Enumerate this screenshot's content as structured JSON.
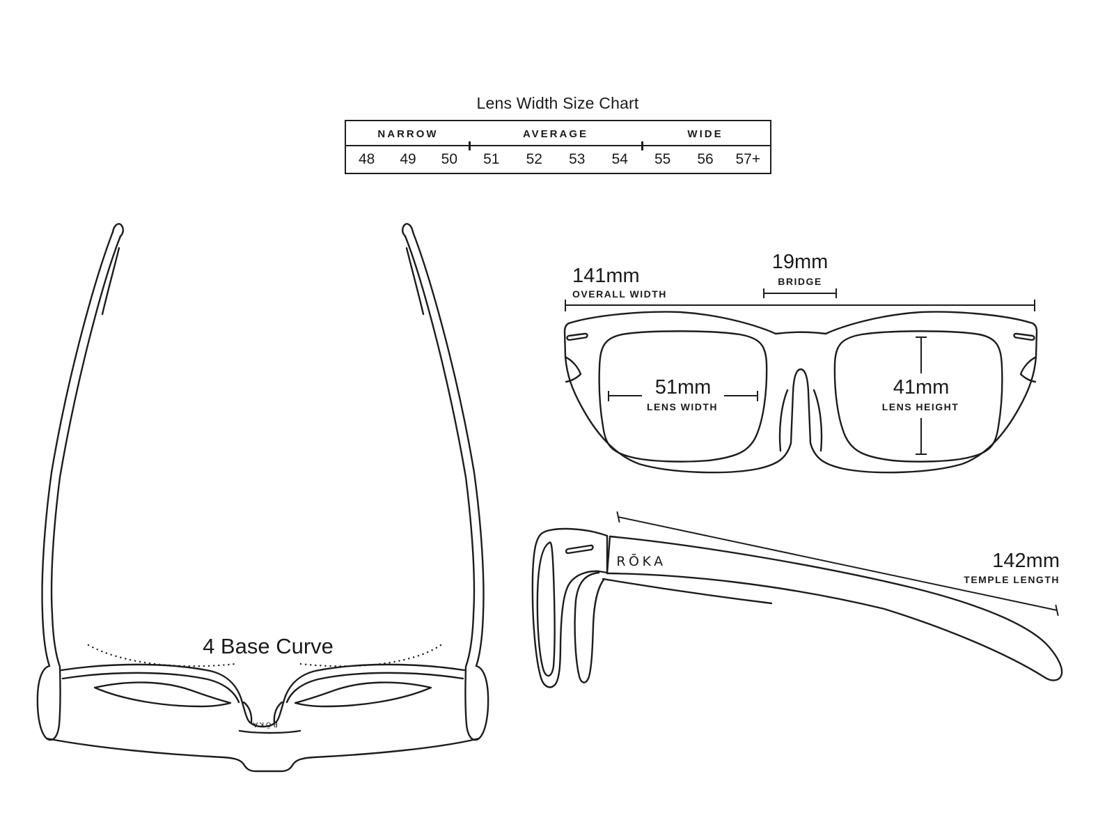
{
  "colors": {
    "line": "#1c1c1c",
    "text": "#1a1a1a",
    "background": "#ffffff"
  },
  "size_chart": {
    "title": "Lens Width Size Chart",
    "groups": [
      {
        "label": "NARROW",
        "values": [
          "48",
          "49",
          "50"
        ]
      },
      {
        "label": "AVERAGE",
        "values": [
          "51",
          "52",
          "53",
          "54"
        ]
      },
      {
        "label": "WIDE",
        "values": [
          "55",
          "56",
          "57+"
        ]
      }
    ]
  },
  "front_view": {
    "overall_width": {
      "value": "141mm",
      "label": "OVERALL WIDTH"
    },
    "bridge": {
      "value": "19mm",
      "label": "BRIDGE"
    },
    "lens_width": {
      "value": "51mm",
      "label": "LENS WIDTH"
    },
    "lens_height": {
      "value": "41mm",
      "label": "LENS HEIGHT"
    }
  },
  "side_view": {
    "temple_length": {
      "value": "142mm",
      "label": "TEMPLE LENGTH"
    },
    "logo": "RŌKA"
  },
  "top_view": {
    "base_curve": "4 Base Curve",
    "logo": "RŌKA"
  }
}
